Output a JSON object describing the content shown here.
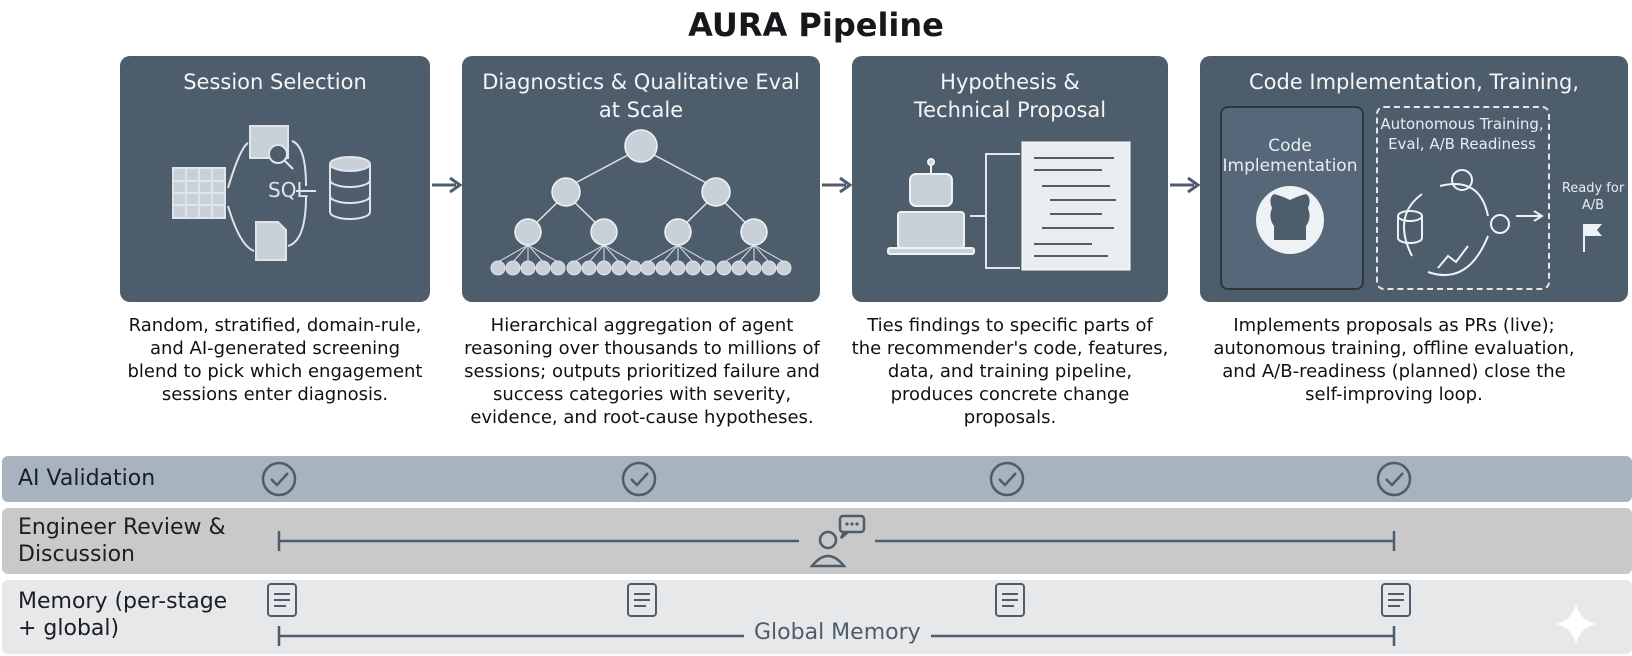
{
  "title": "AURA Pipeline",
  "stages": [
    {
      "title": "Session Selection",
      "icon_label": "SQL",
      "description": "Random, stratified, domain-rule, and AI-generated screening blend to pick which engagement sessions enter diagnosis."
    },
    {
      "title": "Diagnostics & Qualitative Eval at Scale",
      "description": "Hierarchical aggregation of agent reasoning over thousands to millions of sessions; outputs prioritized failure and success categories with severity, evidence, and root-cause hypotheses."
    },
    {
      "title": "Hypothesis & Technical Proposal",
      "description": "Ties findings to specific parts of the recommender's code, features, data, and training pipeline, produces concrete change proposals."
    },
    {
      "title": "Code Implementation, Training,",
      "code_box_label": "Code Implementation",
      "auto_box_label": "Autonomous Training, Eval, A/B Readiness",
      "ready_label": "Ready for A/B",
      "description": "Implements proposals as PRs (live); autonomous training, offline evaluation, and A/B-readiness (planned) close the self-improving loop."
    }
  ],
  "bands": {
    "ai_validation": "AI Validation",
    "engineer_review": "Engineer Review & Discussion",
    "memory": "Memory (per-stage + global)",
    "global_memory": "Global Memory"
  },
  "colors": {
    "stage_bg": "#4e5d6c",
    "ai_band": "#a7b3bf",
    "eng_band": "#c9c9c9",
    "mem_band": "#e6e8ea"
  }
}
